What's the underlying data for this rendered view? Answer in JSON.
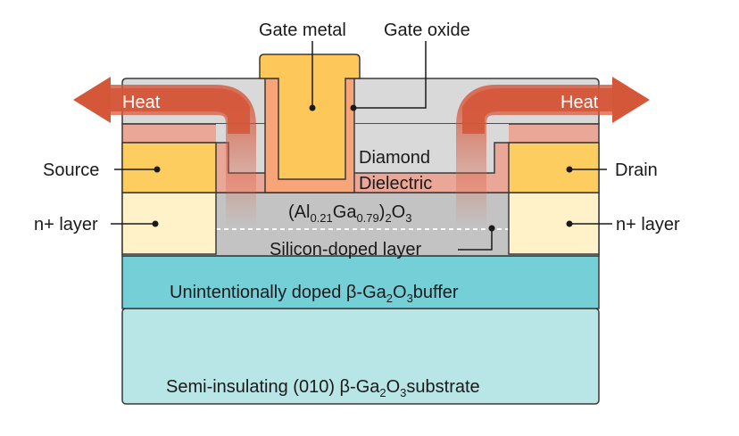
{
  "labels": {
    "gate_metal": "Gate metal",
    "gate_oxide": "Gate oxide",
    "heat_left": "Heat",
    "heat_right": "Heat",
    "diamond": "Diamond",
    "dielectric": "Dielectric",
    "source": "Source",
    "drain": "Drain",
    "n_layer_left": "n+ layer",
    "n_layer_right": "n+ layer",
    "algao": {
      "open": "(Al",
      "sub1": "0.21",
      "mid": "Ga",
      "sub2": "0.79",
      "close": ")",
      "sub3": "2",
      "o": "O",
      "sub4": "3"
    },
    "silicon_doped": "Silicon-doped layer",
    "buffer": {
      "pre": "Unintentionally doped β-Ga",
      "sub1": "2",
      "o": "O",
      "sub2": "3",
      "post": "buffer"
    },
    "substrate": {
      "pre": "Semi-insulating (010) β-Ga",
      "sub1": "2",
      "o": "O",
      "sub2": "3",
      "post": "substrate"
    }
  },
  "colors": {
    "gate_metal": "#fdc75a",
    "gate_oxide": "#f6a478",
    "diamond": "#d9d9d9",
    "dielectric": "#eaa797",
    "contact": "#fdcd5f",
    "n_layer": "#fff1c8",
    "algao": "#c3c3c3",
    "buffer": "#74cfd6",
    "substrate": "#b8e5e6",
    "heat": "#d5573a",
    "outline": "#3a3a3a"
  }
}
